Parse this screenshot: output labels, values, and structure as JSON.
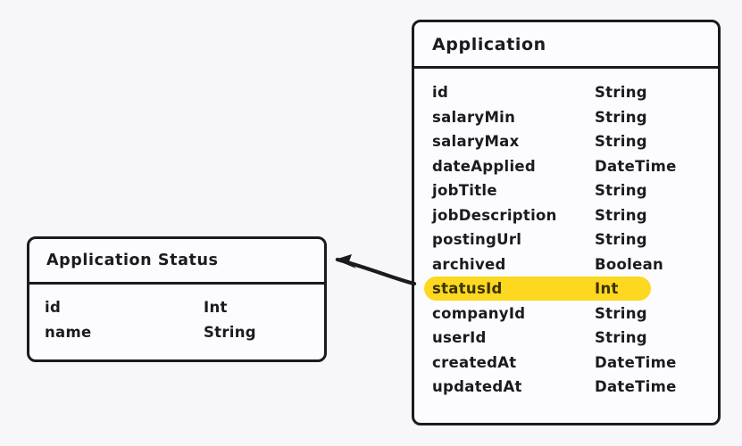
{
  "canvas": {
    "background_color": "#f7f7fa",
    "stroke_color": "#1b1b1f",
    "highlight_color": "#fcd820",
    "box_fill_color": "#fcfcfe"
  },
  "entities": [
    {
      "id": "application",
      "title": "Application",
      "fields": [
        {
          "name": "id",
          "type": "String",
          "highlighted": false
        },
        {
          "name": "salaryMin",
          "type": "String",
          "highlighted": false
        },
        {
          "name": "salaryMax",
          "type": "String",
          "highlighted": false
        },
        {
          "name": "dateApplied",
          "type": "DateTime",
          "highlighted": false
        },
        {
          "name": "jobTitle",
          "type": "String",
          "highlighted": false
        },
        {
          "name": "jobDescription",
          "type": "String",
          "highlighted": false
        },
        {
          "name": "postingUrl",
          "type": "String",
          "highlighted": false
        },
        {
          "name": "archived",
          "type": "Boolean",
          "highlighted": false
        },
        {
          "name": "statusId",
          "type": "Int",
          "highlighted": true
        },
        {
          "name": "companyId",
          "type": "String",
          "highlighted": false
        },
        {
          "name": "userId",
          "type": "String",
          "highlighted": false
        },
        {
          "name": "createdAt",
          "type": "DateTime",
          "highlighted": false
        },
        {
          "name": "updatedAt",
          "type": "DateTime",
          "highlighted": false
        }
      ]
    },
    {
      "id": "application_status",
      "title": "Application Status",
      "fields": [
        {
          "name": "id",
          "type": "Int",
          "highlighted": false
        },
        {
          "name": "name",
          "type": "String",
          "highlighted": false
        }
      ]
    }
  ],
  "relations": [
    {
      "id": "status-relation",
      "from": "application.statusId",
      "to": "application_status",
      "icon": "arrow-left-icon"
    }
  ]
}
